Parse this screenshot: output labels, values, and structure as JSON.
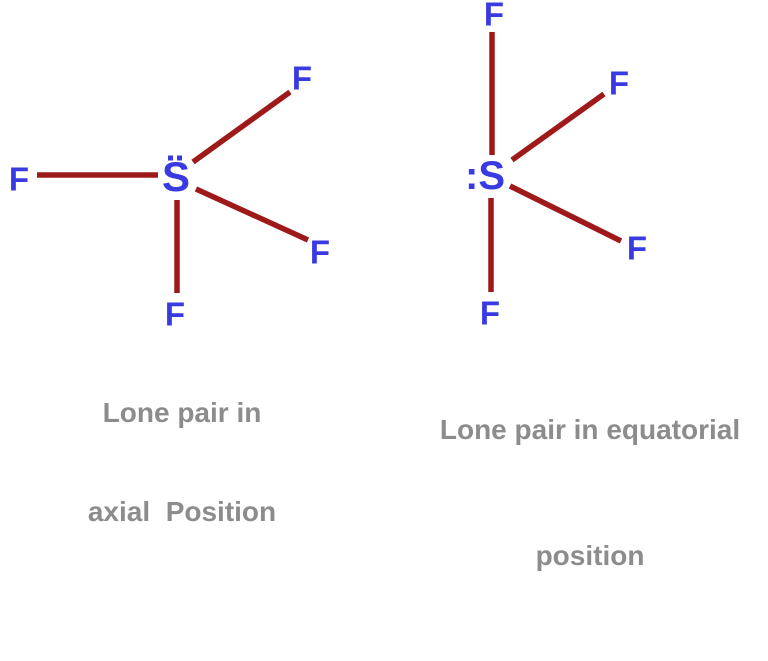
{
  "colors": {
    "background": "#ffffff",
    "bond": "#9e1a1a",
    "atom": "#3a3ae2",
    "caption": "#8c8c8c"
  },
  "structures": [
    {
      "id": "sf4-lone-pair-axial",
      "central_atom": "S",
      "lone_pair_icon": "two-dots-above",
      "fluorines": {
        "left": "F",
        "top_right": "F",
        "bottom_right": "F",
        "bottom": "F"
      },
      "caption": {
        "line1": "Lone pair in",
        "line2": "axial  Position"
      }
    },
    {
      "id": "sf4-lone-pair-equatorial",
      "central_atom": ":S",
      "lone_pair_icon": "colon-left-of-atom",
      "fluorines": {
        "top": "F",
        "top_right": "F",
        "bottom_right": "F",
        "bottom": "F"
      },
      "caption": {
        "line1": "Lone pair in equatorial",
        "line2": "position"
      }
    }
  ]
}
